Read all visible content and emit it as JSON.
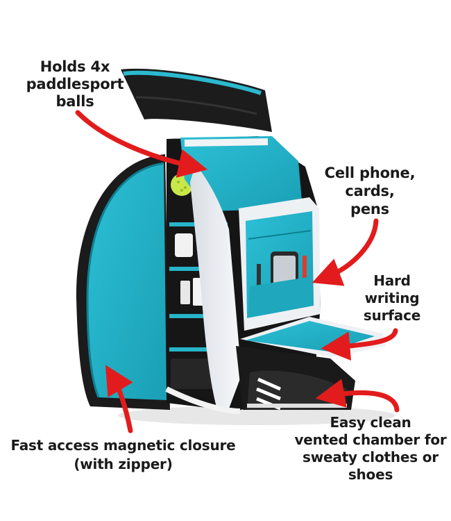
{
  "callouts": {
    "balls": "Holds 4x\npaddlesport\nballs",
    "phone": "Cell phone,\ncards,\npens",
    "hard_surface": "Hard\nwriting\nsurface",
    "closure": "Fast access magnetic closure\n(with zipper)",
    "vented": "Easy clean\nvented chamber for\nsweaty clothes or\nshoes"
  },
  "colors": {
    "background": "#ffffff",
    "teal": "#25b3c9",
    "teal_dark": "#138ea3",
    "black": "#141414",
    "white_panel": "#eef1f4",
    "arrow": "#e21c1c"
  },
  "icons": {
    "arrow": "red-pointer-arrow",
    "ball": "pickleball"
  }
}
